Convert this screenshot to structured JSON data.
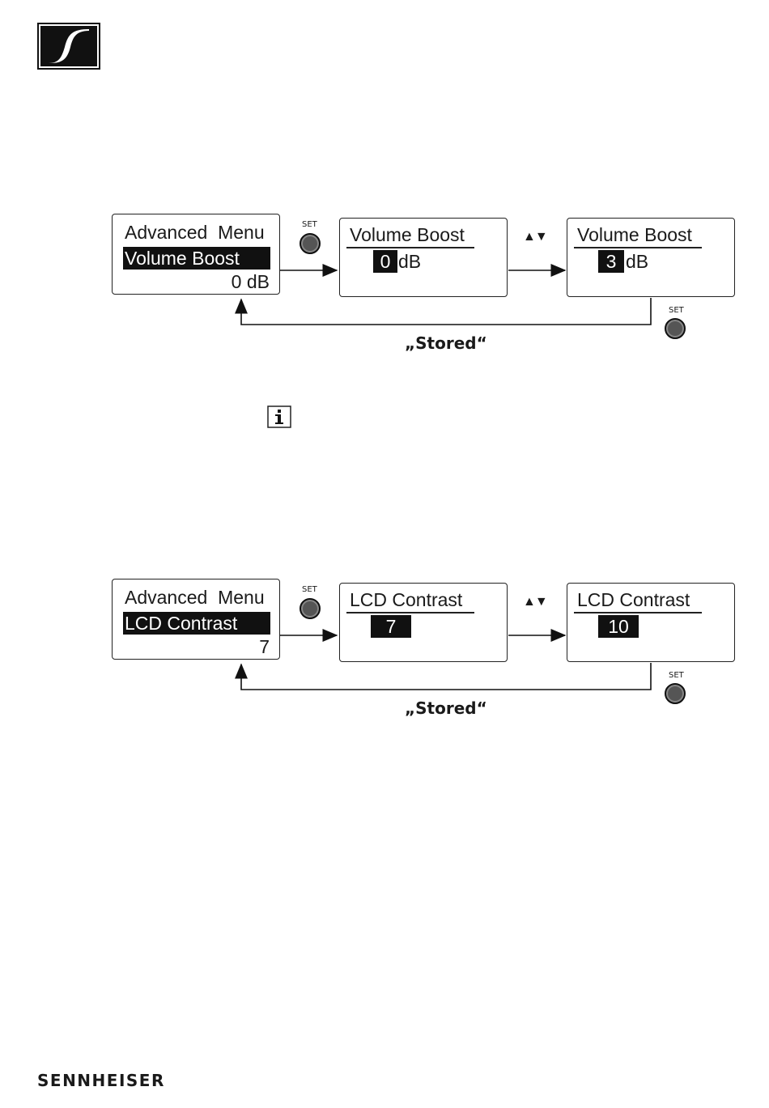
{
  "brand": {
    "wordmark": "SENNHEISER",
    "logo_icon": "sennheiser-logo-icon"
  },
  "info_icon": "info-icon",
  "diagrams": [
    {
      "set_label": "SET",
      "arrows_label": "▲▼",
      "stored_label": "„Stored“",
      "screen1": {
        "title": "Advanced  Menu",
        "highlight": "Volume Boost",
        "value": "0 dB"
      },
      "screen2": {
        "title": "Volume Boost",
        "box_value": "0",
        "unit": "dB"
      },
      "screen3": {
        "title": "Volume Boost",
        "box_value": "3",
        "unit": "dB"
      }
    },
    {
      "set_label": "SET",
      "arrows_label": "▲▼",
      "stored_label": "„Stored“",
      "screen1": {
        "title": "Advanced  Menu",
        "highlight": "LCD Contrast",
        "value": "7"
      },
      "screen2": {
        "title": "LCD Contrast",
        "box_value": "7"
      },
      "screen3": {
        "title": "LCD Contrast",
        "box_value": "10"
      }
    }
  ]
}
